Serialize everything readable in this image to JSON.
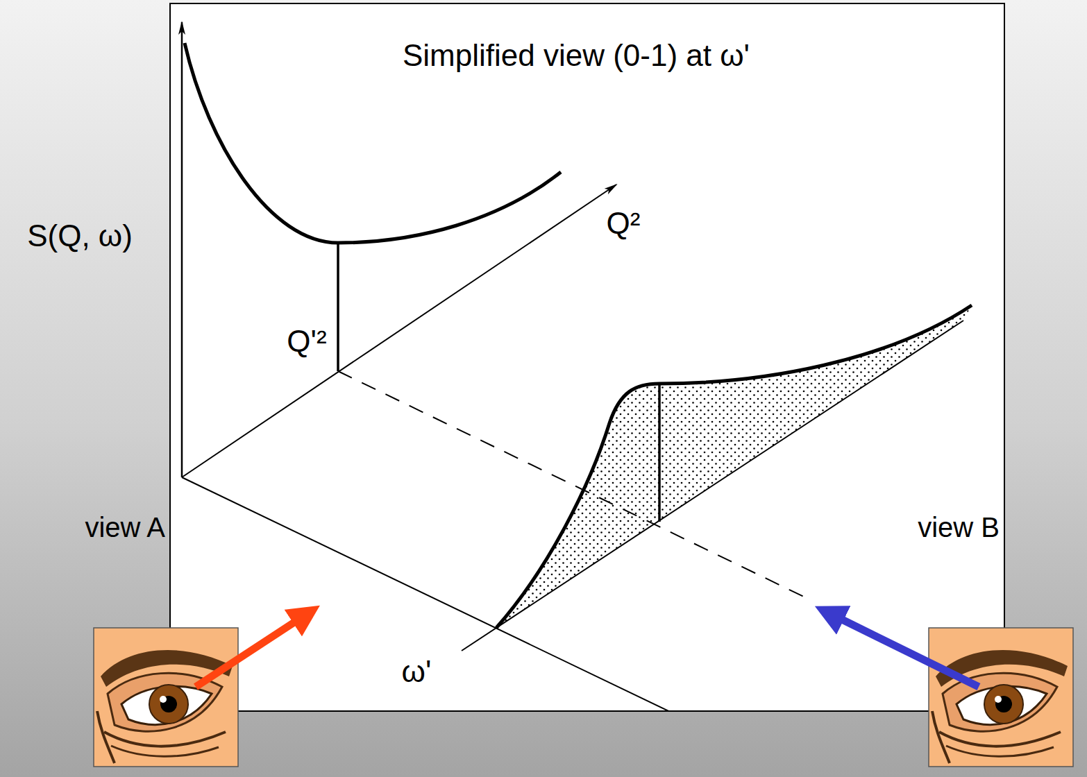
{
  "diagram": {
    "title": "Simplified view (0-1) at ω'",
    "labels": [
      "S(Q, ω)",
      "Q²",
      "Q'²",
      "ω'",
      "view A",
      "view B"
    ]
  }
}
